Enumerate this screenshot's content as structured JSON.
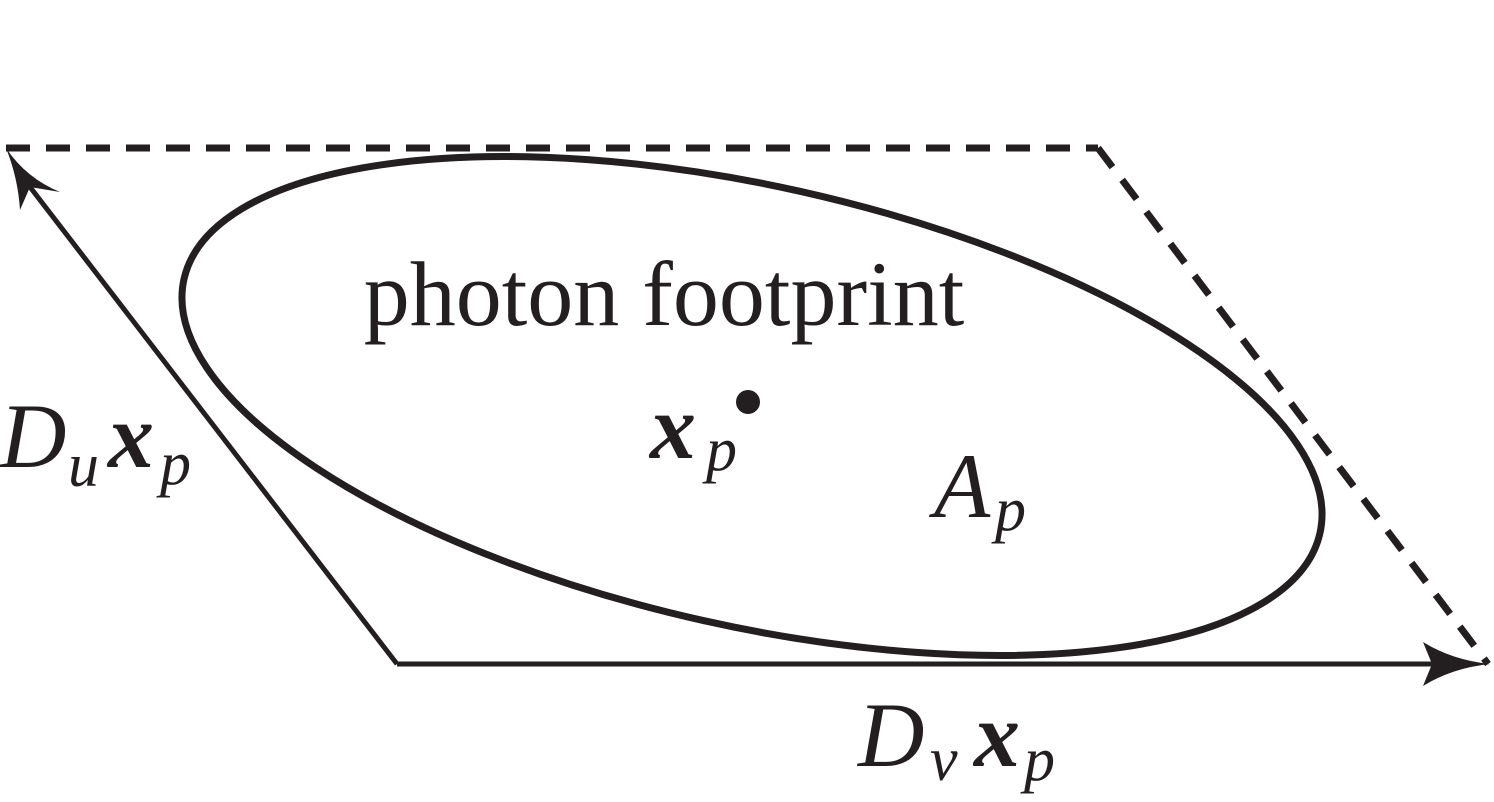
{
  "diagram": {
    "footprint_label": "photon footprint",
    "center_label": {
      "base": "x",
      "sub": "p"
    },
    "area_label": {
      "base": "A",
      "sub": "p"
    },
    "du_label": {
      "d": "D",
      "dsub": "u",
      "base": "x",
      "sub": "p"
    },
    "dv_label": {
      "d": "D",
      "dsub": "v",
      "base": "x",
      "sub": "p"
    }
  },
  "colors": {
    "ink": "#231f20",
    "background": "#ffffff"
  }
}
